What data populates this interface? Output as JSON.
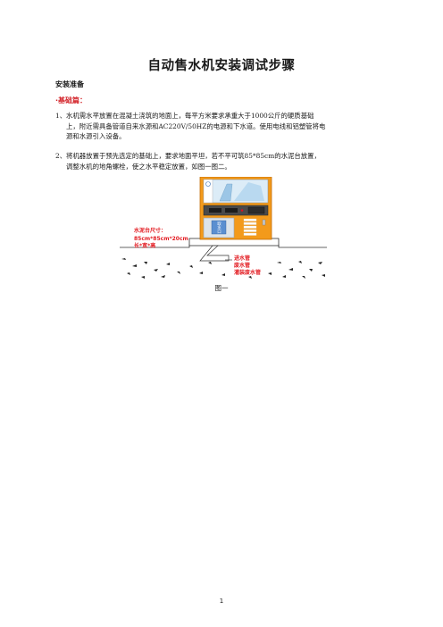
{
  "document": {
    "title": "自动售水机安装调试步骤",
    "section_heading": "安装准备",
    "subsection_heading": "·基础篇：",
    "paragraphs": [
      {
        "number": "1、",
        "lines": [
          "水机需水平放置在混凝土浇筑的地面上，每平方米要求承重大于1000公斤的硬质基础",
          "上，附近需具备管道自来水源和AC220V/50HZ的电源和下水道。使用电线和铝塑管将电",
          "源和水源引入设备。"
        ]
      },
      {
        "number": "2、",
        "lines": [
          "将机器放置于预先选定的基础上，要求地面平坦，若不平可筑85*85cm的水泥台放置，",
          "调整水机的地角螺栓，使之水平稳定放置，如图一图二。"
        ]
      }
    ],
    "figure": {
      "water_outlet_label": "取水口",
      "annotation_lines": [
        "水泥台尺寸：",
        "85cm*85cm*20cm",
        "长*宽*高"
      ],
      "pipe_labels": [
        "进水管",
        "废水管",
        "灌装废水管"
      ],
      "caption": "图一"
    },
    "page_number": "1"
  },
  "colors": {
    "heading_red": "#d3242a",
    "machine_orange": "#f39a1b",
    "label_red": "#e31e24"
  }
}
